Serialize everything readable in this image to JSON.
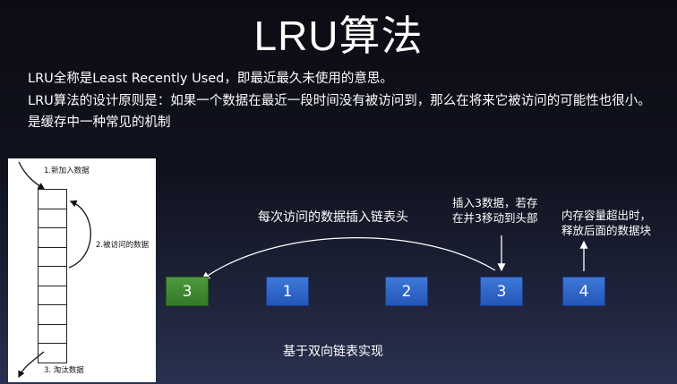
{
  "title": "LRU算法",
  "description": [
    "LRU全称是Least Recently Used，即最近最久未使用的意思。",
    "LRU算法的设计原则是：如果一个数据在最近一段时间没有被访问到，那么在将来它被访问的可能性也很小。",
    "是缓存中一种常见的机制"
  ],
  "diagram": {
    "labels": {
      "add": "1.新加入数据",
      "access": "2.被访问的数据",
      "evict": "3. 淘汰数据"
    },
    "stack_cells": 9
  },
  "list": {
    "caption": "每次访问的数据插入链表头",
    "nodes": [
      {
        "value": "3",
        "color": "#3f8a32"
      },
      {
        "value": "1",
        "color": "#2d63c8"
      },
      {
        "value": "2",
        "color": "#2d63c8"
      },
      {
        "value": "3",
        "color": "#2d63c8"
      },
      {
        "value": "4",
        "color": "#2d63c8"
      }
    ],
    "note_insert": [
      "插入3数据，若存",
      "在并3移动到头部"
    ],
    "note_release": [
      "内存容量超出时，",
      "释放后面的数据块"
    ],
    "footer": "基于双向链表实现"
  }
}
